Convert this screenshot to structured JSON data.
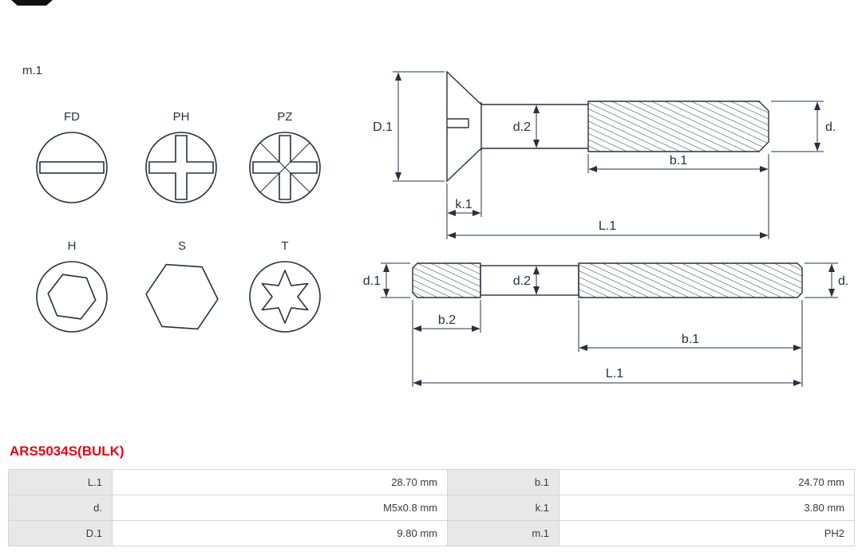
{
  "header": {
    "m1_label": "m.1"
  },
  "drive_types": {
    "row1": [
      {
        "label": "FD"
      },
      {
        "label": "PH"
      },
      {
        "label": "PZ"
      }
    ],
    "row2": [
      {
        "label": "H"
      },
      {
        "label": "S"
      },
      {
        "label": "T"
      }
    ]
  },
  "diagram": {
    "top_screw": {
      "D1": "D.1",
      "d2": "d.2",
      "d": "d.",
      "b1": "b.1",
      "k1": "k.1",
      "L1": "L.1"
    },
    "bottom_screw": {
      "d1": "d.1",
      "d2": "d.2",
      "d": "d.",
      "b2": "b.2",
      "b1": "b.1",
      "L1": "L.1"
    }
  },
  "part_number": "ARS5034S(BULK)",
  "spec_table": {
    "rows": [
      {
        "k1": "L.1",
        "v1": "28.70 mm",
        "k2": "b.1",
        "v2": "24.70 mm"
      },
      {
        "k1": "d.",
        "v1": "M5x0.8 mm",
        "k2": "k.1",
        "v2": "3.80 mm"
      },
      {
        "k1": "D.1",
        "v1": "9.80 mm",
        "k2": "m.1",
        "v2": "PH2"
      }
    ]
  },
  "colors": {
    "line": "#27313f",
    "part_number_red": "#e30613",
    "table_key_bg": "#e8e8e8",
    "table_border": "#d4d4d4"
  }
}
